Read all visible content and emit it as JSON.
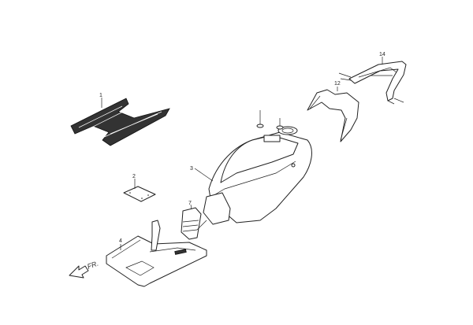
{
  "diagram": {
    "parts": [
      {
        "id": "floor-mat",
        "label": "1"
      },
      {
        "id": "plate",
        "label": "2"
      },
      {
        "id": "body-cover",
        "label": "3"
      },
      {
        "id": "floor-panel",
        "label": "4"
      },
      {
        "id": "lid",
        "label": "7"
      },
      {
        "id": "rear-cover",
        "label": "12"
      },
      {
        "id": "rear-carrier",
        "label": "14"
      }
    ],
    "direction_label": "FR."
  }
}
